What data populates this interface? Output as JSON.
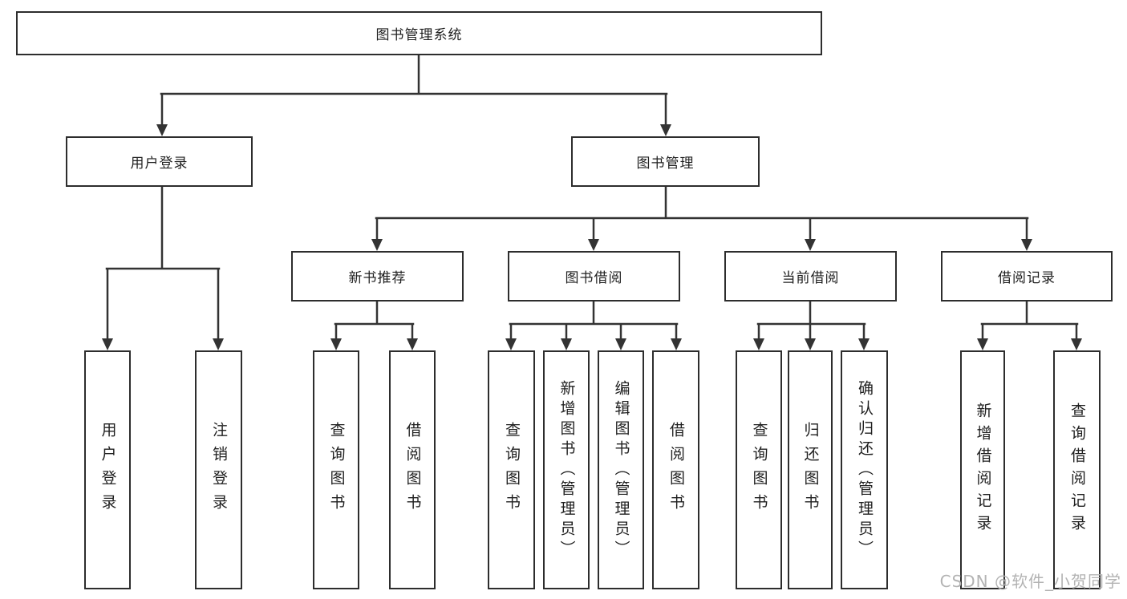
{
  "org_chart": {
    "root": {
      "label": "图书管理系统"
    },
    "groups": [
      {
        "label": "用户登录",
        "leaves": [
          {
            "label": "用户登录"
          },
          {
            "label": "注销登录"
          }
        ]
      },
      {
        "label": "图书管理",
        "sections": [
          {
            "label": "新书推荐",
            "leaves": [
              {
                "label": "查询图书"
              },
              {
                "label": "借阅图书"
              }
            ]
          },
          {
            "label": "图书借阅",
            "leaves": [
              {
                "label": "查询图书"
              },
              {
                "label": "新增图书（管理员）"
              },
              {
                "label": "编辑图书（管理员）"
              },
              {
                "label": "借阅图书"
              }
            ]
          },
          {
            "label": "当前借阅",
            "leaves": [
              {
                "label": "查询图书"
              },
              {
                "label": "归还图书"
              },
              {
                "label": "确认归还（管理员）"
              }
            ]
          },
          {
            "label": "借阅记录",
            "leaves": [
              {
                "label": "新增借阅记录"
              },
              {
                "label": "查询借阅记录"
              }
            ]
          }
        ]
      }
    ]
  },
  "watermark": {
    "text": "CSDN @软件_小贺同学"
  },
  "colors": {
    "line": "#333333",
    "box_border": "#2d2d2d",
    "text": "#1f1f1f",
    "watermark": "#b3b3b3",
    "background": "#ffffff"
  }
}
